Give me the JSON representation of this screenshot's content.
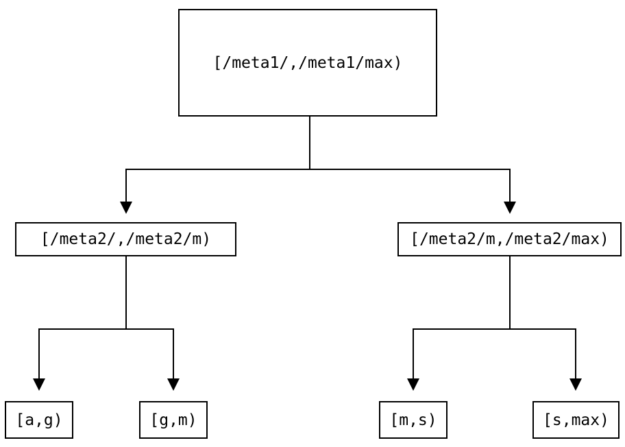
{
  "diagram": {
    "type": "tree",
    "description": "Key-range partition tree",
    "colors": {
      "background": "#ffffff",
      "line": "#000000",
      "box_border": "#000000",
      "box_fill": "#ffffff",
      "text": "#000000"
    },
    "nodes": {
      "root": {
        "label": "[/meta1/,/meta1/max)"
      },
      "left": {
        "label": "[/meta2/,/meta2/m)"
      },
      "right": {
        "label": "[/meta2/m,/meta2/max)"
      },
      "ag": {
        "label": "[a,g)"
      },
      "gm": {
        "label": "[g,m)"
      },
      "ms": {
        "label": "[m,s)"
      },
      "smax": {
        "label": "[s,max)"
      }
    },
    "edges": [
      {
        "from": "root",
        "to": "left"
      },
      {
        "from": "root",
        "to": "right"
      },
      {
        "from": "left",
        "to": "ag"
      },
      {
        "from": "left",
        "to": "gm"
      },
      {
        "from": "right",
        "to": "ms"
      },
      {
        "from": "right",
        "to": "smax"
      }
    ]
  }
}
